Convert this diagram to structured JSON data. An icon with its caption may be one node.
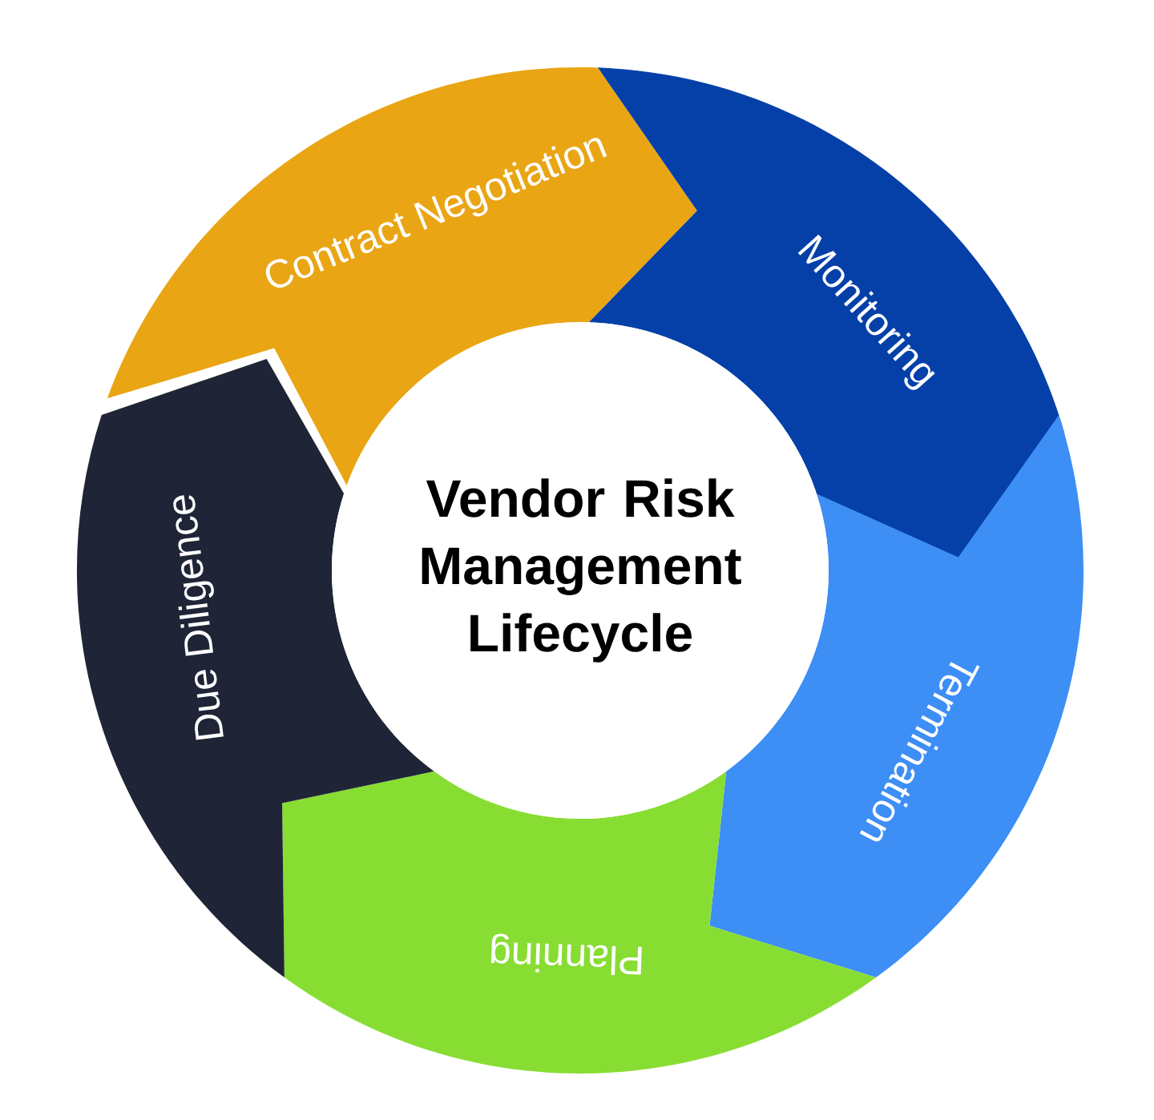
{
  "diagram": {
    "nodes": [
      {
        "text": [
          "Vendor Risk Management Lifecycle"
        ]
      },
      {
        "text": [
          "Contract Negotiation"
        ]
      },
      {
        "text": [
          "Monitoring"
        ]
      },
      {
        "text": [
          "Termination"
        ]
      },
      {
        "text": [
          "Planning"
        ]
      },
      {
        "text": [
          "Due Diligence"
        ]
      }
    ]
  }
}
